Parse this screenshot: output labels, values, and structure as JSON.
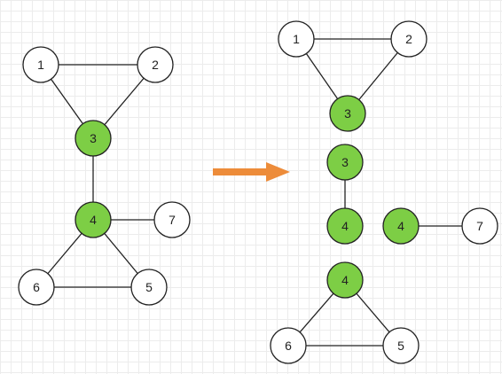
{
  "colors": {
    "node_fill": "#ffffff",
    "highlight_fill": "#7dce45",
    "stroke": "#222222",
    "arrow": "#ed8c3a"
  },
  "left_graph": {
    "nodes": [
      {
        "id": "L1",
        "label": "1",
        "highlight": false
      },
      {
        "id": "L2",
        "label": "2",
        "highlight": false
      },
      {
        "id": "L3",
        "label": "3",
        "highlight": true
      },
      {
        "id": "L4",
        "label": "4",
        "highlight": true
      },
      {
        "id": "L7",
        "label": "7",
        "highlight": false
      },
      {
        "id": "L6",
        "label": "6",
        "highlight": false
      },
      {
        "id": "L5",
        "label": "5",
        "highlight": false
      }
    ],
    "edges": [
      [
        "L1",
        "L2"
      ],
      [
        "L1",
        "L3"
      ],
      [
        "L2",
        "L3"
      ],
      [
        "L3",
        "L4"
      ],
      [
        "L4",
        "L7"
      ],
      [
        "L4",
        "L6"
      ],
      [
        "L4",
        "L5"
      ],
      [
        "L6",
        "L5"
      ]
    ]
  },
  "right_graph": {
    "nodes": [
      {
        "id": "R1",
        "label": "1",
        "highlight": false
      },
      {
        "id": "R2",
        "label": "2",
        "highlight": false
      },
      {
        "id": "R3a",
        "label": "3",
        "highlight": true
      },
      {
        "id": "R3b",
        "label": "3",
        "highlight": true
      },
      {
        "id": "R4a",
        "label": "4",
        "highlight": true
      },
      {
        "id": "R4b",
        "label": "4",
        "highlight": true
      },
      {
        "id": "R7",
        "label": "7",
        "highlight": false
      },
      {
        "id": "R4c",
        "label": "4",
        "highlight": true
      },
      {
        "id": "R6",
        "label": "6",
        "highlight": false
      },
      {
        "id": "R5",
        "label": "5",
        "highlight": false
      }
    ],
    "edges": [
      [
        "R1",
        "R2"
      ],
      [
        "R1",
        "R3a"
      ],
      [
        "R2",
        "R3a"
      ],
      [
        "R3b",
        "R4a"
      ],
      [
        "R4b",
        "R7"
      ],
      [
        "R4c",
        "R6"
      ],
      [
        "R4c",
        "R5"
      ],
      [
        "R6",
        "R5"
      ]
    ]
  }
}
